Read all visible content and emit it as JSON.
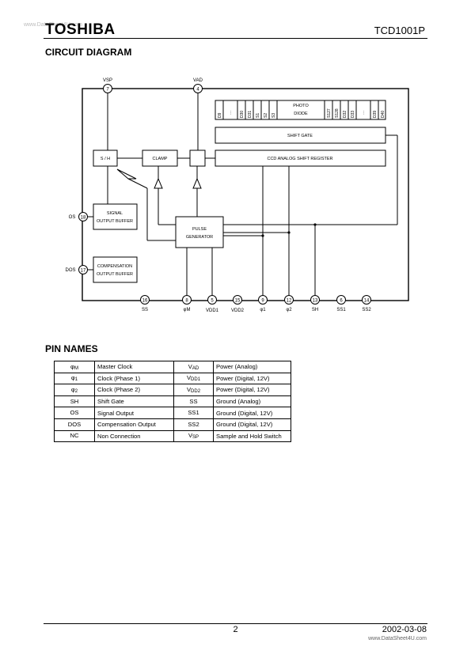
{
  "header": {
    "logo": "TOSHIBA",
    "part_number": "TCD1001P",
    "watermark_top": "www.DataSheet4U.com"
  },
  "circuit": {
    "title": "CIRCUIT DIAGRAM",
    "top_pins": [
      {
        "label": "VSP",
        "num": "7"
      },
      {
        "label": "VAD",
        "num": "4"
      }
    ],
    "photodiode_cells": [
      "D9",
      "···",
      "D30",
      "D31",
      "S1",
      "S2",
      "S3"
    ],
    "photodiode_cells_right": [
      "S127",
      "S128",
      "D32",
      "D33",
      "···",
      "D39",
      "D40"
    ],
    "photodiode_label": [
      "PHOTO",
      "DIODE"
    ],
    "shift_gate": "SHIFT GATE",
    "ccd_register": "CCD ANALOG SHIFT REGISTER",
    "sh_block": "S / H",
    "clamp_block": "CLAMP",
    "pulse_generator": [
      "PULSE",
      "GENERATOR"
    ],
    "signal_buffer": [
      "SIGNAL",
      "OUTPUT BUFFER"
    ],
    "comp_buffer": [
      "COMPENSATION",
      "OUTPUT BUFFER"
    ],
    "left_pins": [
      {
        "label": "OS",
        "num": "18"
      },
      {
        "label": "DOS",
        "num": "17"
      }
    ],
    "bottom_pins": [
      {
        "label": "SS",
        "num": "16"
      },
      {
        "label": "φM",
        "num": "8"
      },
      {
        "label": "VDD1",
        "num": "5"
      },
      {
        "label": "VDD2",
        "num": "15"
      },
      {
        "label": "φ1",
        "num": "9"
      },
      {
        "label": "φ2",
        "num": "12"
      },
      {
        "label": "SH",
        "num": "13"
      },
      {
        "label": "SS1",
        "num": "6"
      },
      {
        "label": "SS2",
        "num": "14"
      }
    ]
  },
  "pin_names": {
    "title": "PIN NAMES",
    "rows": [
      {
        "sym": "φ",
        "sub": "M",
        "desc": "Master Clock",
        "sym2": "V",
        "sub2": "AD",
        "desc2": "Power (Analog)"
      },
      {
        "sym": "φ",
        "sub": "1",
        "desc": "Clock (Phase 1)",
        "sym2": "V",
        "sub2": "DD1",
        "desc2": "Power (Digital, 12V)"
      },
      {
        "sym": "φ",
        "sub": "2",
        "desc": "Clock (Phase 2)",
        "sym2": "V",
        "sub2": "DD2",
        "desc2": "Power (Digital, 12V)"
      },
      {
        "sym": "SH",
        "sub": "",
        "desc": "Shift Gate",
        "sym2": "SS",
        "sub2": "",
        "desc2": "Ground (Analog)"
      },
      {
        "sym": "OS",
        "sub": "",
        "desc": "Signal Output",
        "sym2": "SS1",
        "sub2": "",
        "desc2": "Ground (Digital, 12V)"
      },
      {
        "sym": "DOS",
        "sub": "",
        "desc": "Compensation Output",
        "sym2": "SS2",
        "sub2": "",
        "desc2": "Ground (Digital, 12V)"
      },
      {
        "sym": "NC",
        "sub": "",
        "desc": "Non Connection",
        "sym2": "V",
        "sub2": "SP",
        "desc2": "Sample and Hold Switch"
      }
    ]
  },
  "footer": {
    "page": "2",
    "date": "2002-03-08",
    "watermark_bottom": "www.DataSheet4U.com"
  }
}
